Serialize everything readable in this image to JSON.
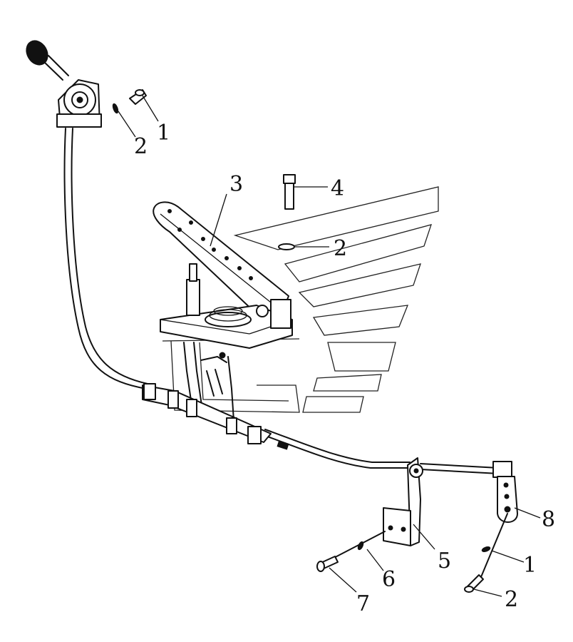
{
  "diagram": {
    "callouts": [
      {
        "id": "c1a",
        "label": "1"
      },
      {
        "id": "c2a",
        "label": "2"
      },
      {
        "id": "c3",
        "label": "3"
      },
      {
        "id": "c4",
        "label": "4"
      },
      {
        "id": "c2b",
        "label": "2"
      },
      {
        "id": "c8",
        "label": "8"
      },
      {
        "id": "c5",
        "label": "5"
      },
      {
        "id": "c1b",
        "label": "1"
      },
      {
        "id": "c6",
        "label": "6"
      },
      {
        "id": "c7",
        "label": "7"
      },
      {
        "id": "c2c",
        "label": "2"
      }
    ]
  }
}
